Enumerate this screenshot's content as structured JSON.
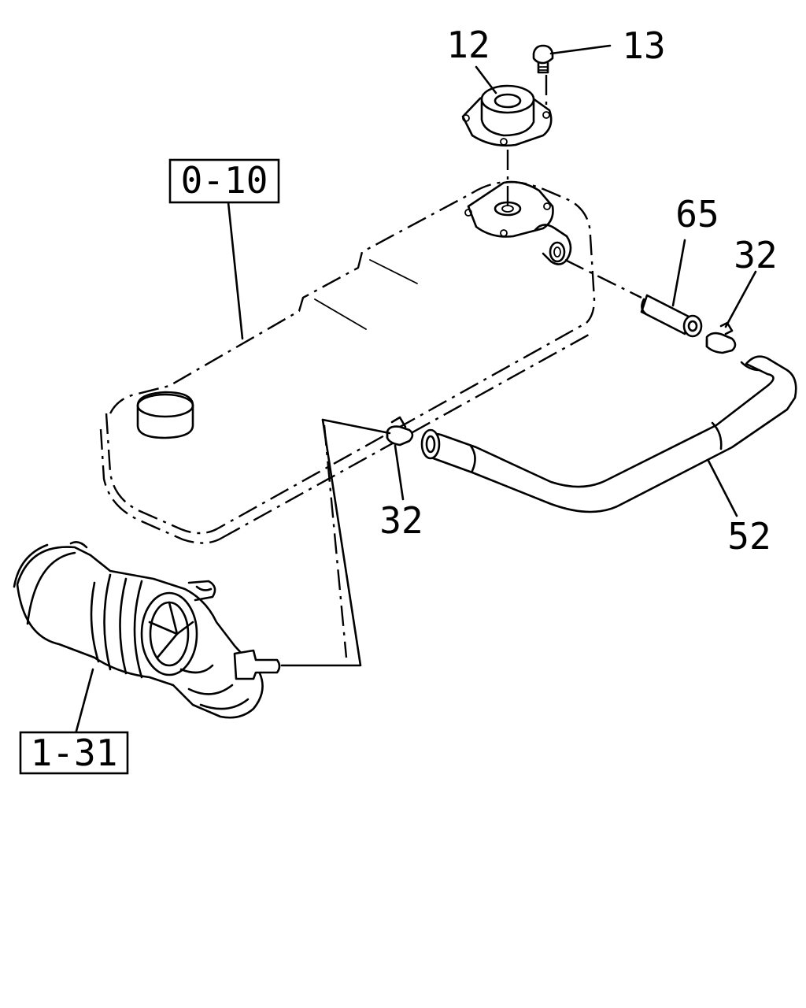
{
  "callouts": {
    "c12": "12",
    "c13": "13",
    "c65": "65",
    "c32_upper": "32",
    "c32_lower": "32",
    "c52": "52",
    "ref_0_10": "0-10",
    "ref_1_31": "1-31"
  },
  "colors": {
    "line": "#000000",
    "background": "#ffffff"
  }
}
